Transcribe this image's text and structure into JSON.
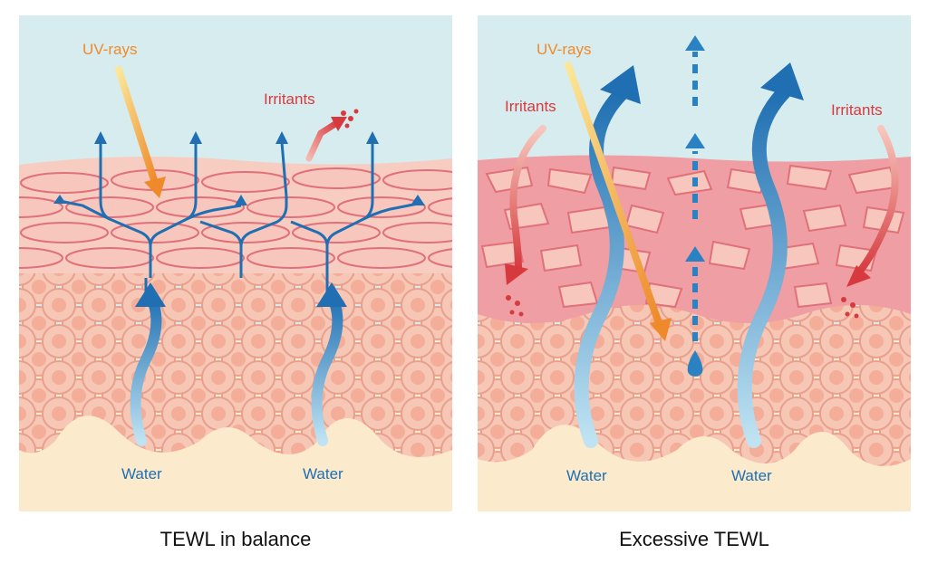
{
  "colors": {
    "sky": "#d7ecee",
    "skin_top": "#f6c6bd",
    "skin_deep": "#fbe7d6",
    "cell_fill": "#f7c9b7",
    "cell_stroke": "#e79a8b",
    "water_blue": "#1f6fb2",
    "water_light": "#8ccbe6",
    "uv_orange": "#f39a2c",
    "irritant_red": "#d63a3f"
  },
  "left_panel": {
    "uv_label": "UV-rays",
    "irritant_label": "Irritants",
    "water_label_1": "Water",
    "water_label_2": "Water",
    "caption": "TEWL in balance"
  },
  "right_panel": {
    "uv_label": "UV-rays",
    "irritant_label_left": "Irritants",
    "irritant_label_right": "Irritants",
    "water_label_1": "Water",
    "water_label_2": "Water",
    "caption": "Excessive TEWL"
  },
  "icons": [
    "uv-arrow-icon",
    "irritant-arrow-icon",
    "water-arrow-icon",
    "water-drop-icon"
  ]
}
